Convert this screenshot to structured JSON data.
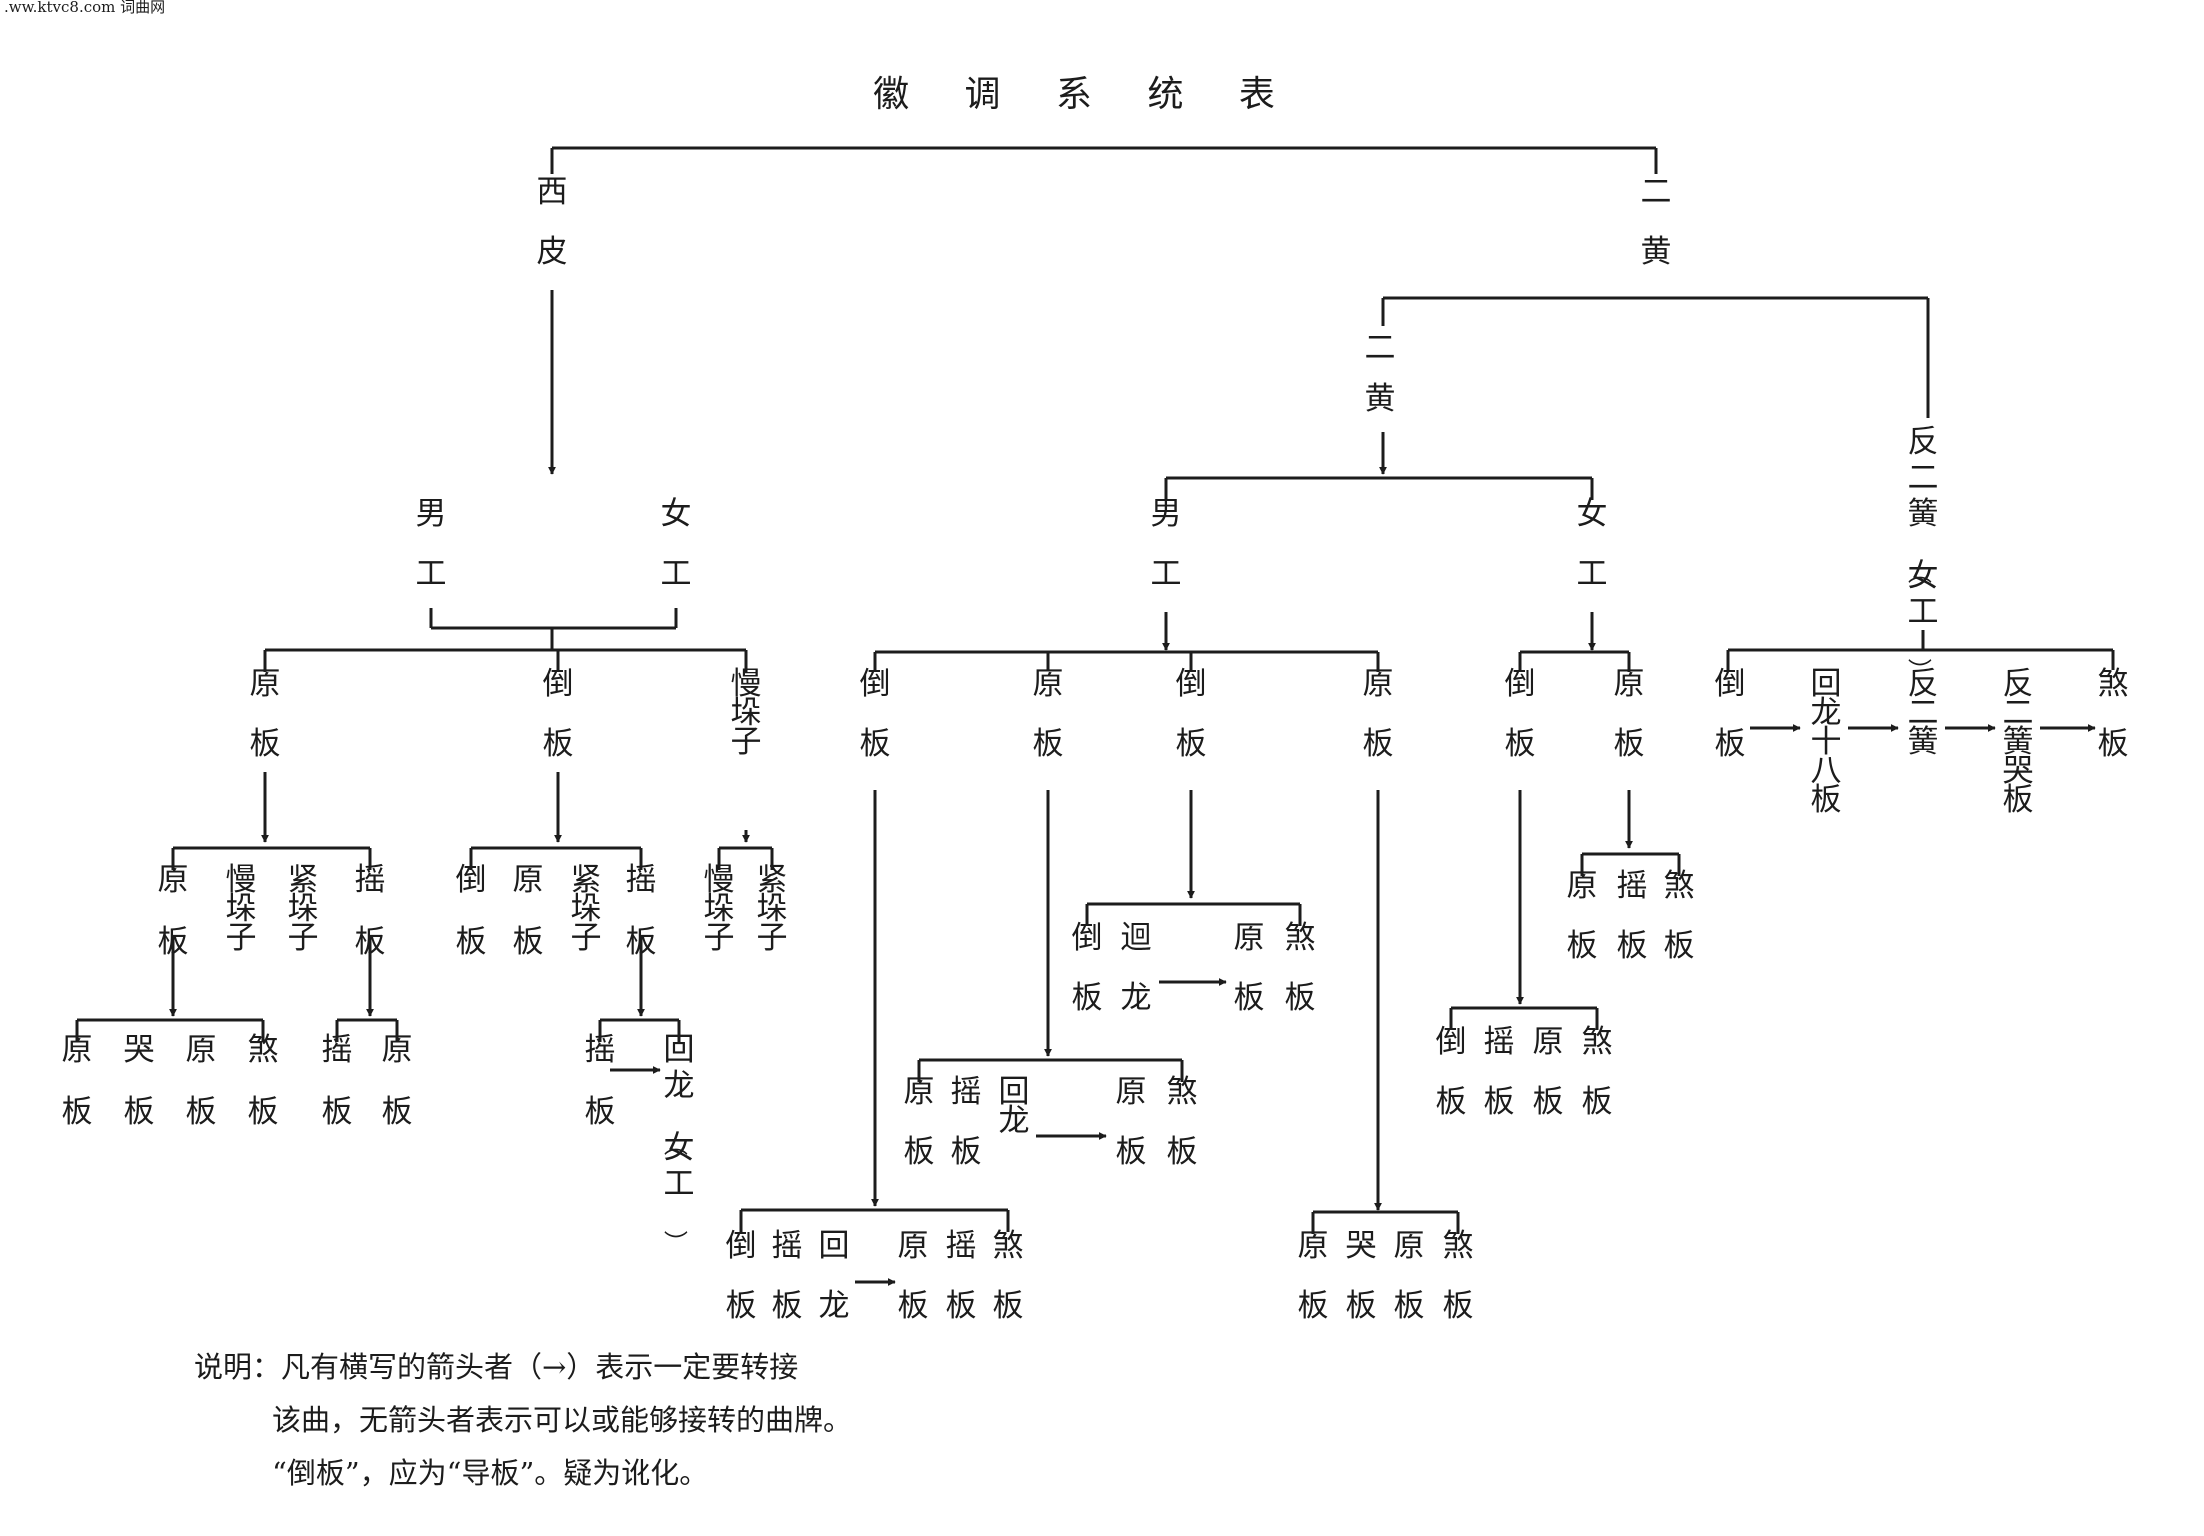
{
  "watermark": ".ww.ktvc8.com 词曲网",
  "title": "徽 调 系 统 表",
  "note": {
    "line1": "说明：凡有横写的箭头者（→）表示一定要转接",
    "line2": "该曲，无箭头者表示可以或能够接转的曲牌。",
    "line3": "“倒板”，应为“导板”。疑为讹化。"
  },
  "labels": {
    "xipi": "西皮",
    "erhuang": "二黄",
    "erhuang_sub": "二黄",
    "xp_nangong": "男工",
    "xp_nvgong": "女工",
    "eh_nangong": "男工",
    "eh_nvgong": "女工",
    "fanerhuang": "反二簧（女工）",
    "xp_yuanban": "原板",
    "xp_daoban": "倒板",
    "xp_manduozi": "慢垛子",
    "xp_y_yuanban": "原板",
    "xp_y_manduozi": "慢垛子",
    "xp_y_jinduozi": "紧垛子",
    "xp_y_yaoban": "摇板",
    "xp_yy_yuanban": "原板",
    "xp_yy_kuban": "哭板",
    "xp_yy_yuanban2": "原板",
    "xp_yy_shaban": "煞板",
    "xp_yyb_yaoban": "摇板",
    "xp_yyb_yuanban": "原板",
    "xp_d_daoban": "倒板",
    "xp_d_yuanban": "原板",
    "xp_d_jinduozi": "紧垛子",
    "xp_d_yaoban": "摇板",
    "xp_dy_yaoban": "摇板",
    "xp_dy_huilong": "回龙（女工）",
    "xp_m_manduozi": "慢垛子",
    "xp_m_jinduozi": "紧垛子",
    "ehm_daoban": "倒板",
    "ehm_yuanban": "原板",
    "ehm_daoban2": "倒板",
    "ehm_yuanban2": "原板",
    "ehm_d2_daoban": "倒板",
    "ehm_d2_huilong": "迴龙",
    "ehm_d2_yuanban": "原板",
    "ehm_d2_shaban": "煞板",
    "ehm_y_yuanban": "原板",
    "ehm_y_yaoban": "摇板",
    "ehm_y_huilong": "回龙",
    "ehm_y_yuanban2": "原板",
    "ehm_y_shaban": "煞板",
    "ehm_d_daoban": "倒板",
    "ehm_d_yaoban": "摇板",
    "ehm_d_huilong": "回龙",
    "ehm_d_yuanban": "原板",
    "ehm_d_yaoban2": "摇板",
    "ehm_d_shaban": "煞板",
    "ehm_y2_yuanban": "原板",
    "ehm_y2_kuban": "哭板",
    "ehm_y2_yuanban2": "原板",
    "ehm_y2_shaban": "煞板",
    "ehn_daoban": "倒板",
    "ehn_yuanban": "原板",
    "ehn_y_yuanban": "原板",
    "ehn_y_yaoban": "摇板",
    "ehn_y_shaban": "煞板",
    "ehn_d_daoban": "倒板",
    "ehn_d_yaoban": "摇板",
    "ehn_d_yuanban": "原板",
    "ehn_d_shaban": "煞板",
    "f_daoban": "倒板",
    "f_huilong18": "回龙十八板",
    "f_fanerhuang": "反二簧",
    "f_kuban": "反二簧哭板",
    "f_shaban": "煞板"
  }
}
